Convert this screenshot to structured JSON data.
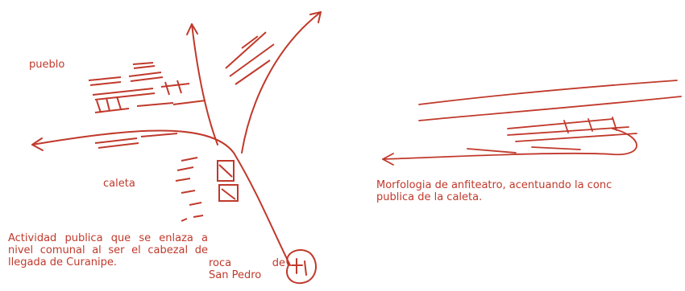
{
  "labels": {
    "pueblo": "pueblo",
    "caleta": "caleta",
    "actividad": "Actividad publica que se enlaza a nivel comunal al ser el cabezal de llegada de Curanipe.",
    "roca_1a": "roca",
    "roca_1b": "de",
    "roca_2": "San Pedro",
    "morfologia_1": "Morfologia de anfiteatro, acentuando la conc",
    "morfologia_2": "publica de la caleta."
  },
  "colors": {
    "ink": "#c0392b",
    "background": "#ffffff"
  }
}
